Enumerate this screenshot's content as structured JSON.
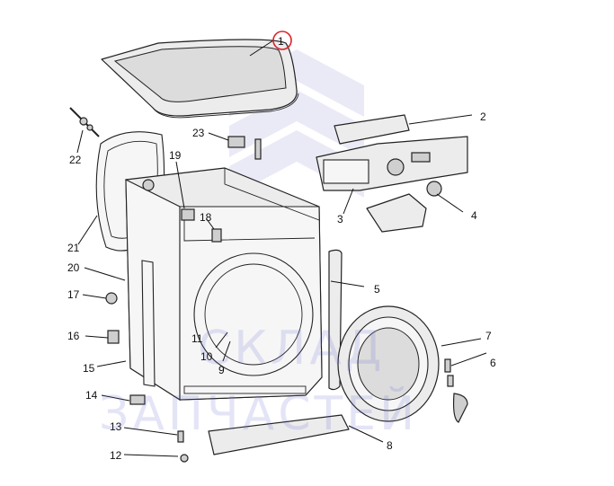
{
  "diagram": {
    "watermark": {
      "line1": "СКЛАД",
      "line2": "ЗАПЧАСТЕЙ"
    },
    "highlight_color": "#d9232a",
    "callouts": [
      {
        "id": "c1",
        "text": "1"
      },
      {
        "id": "c2",
        "text": "2"
      },
      {
        "id": "c3",
        "text": "3"
      },
      {
        "id": "c4",
        "text": "4"
      },
      {
        "id": "c5",
        "text": "5"
      },
      {
        "id": "c6",
        "text": "6"
      },
      {
        "id": "c7",
        "text": "7"
      },
      {
        "id": "c8",
        "text": "8"
      },
      {
        "id": "c9",
        "text": "9"
      },
      {
        "id": "c10",
        "text": "10"
      },
      {
        "id": "c11",
        "text": "11"
      },
      {
        "id": "c12",
        "text": "12"
      },
      {
        "id": "c13",
        "text": "13"
      },
      {
        "id": "c14",
        "text": "14"
      },
      {
        "id": "c15",
        "text": "15"
      },
      {
        "id": "c16",
        "text": "16"
      },
      {
        "id": "c17",
        "text": "17"
      },
      {
        "id": "c18",
        "text": "18"
      },
      {
        "id": "c19",
        "text": "19"
      },
      {
        "id": "c20",
        "text": "20"
      },
      {
        "id": "c21",
        "text": "21"
      },
      {
        "id": "c22",
        "text": "22"
      },
      {
        "id": "c23",
        "text": "23"
      }
    ]
  }
}
